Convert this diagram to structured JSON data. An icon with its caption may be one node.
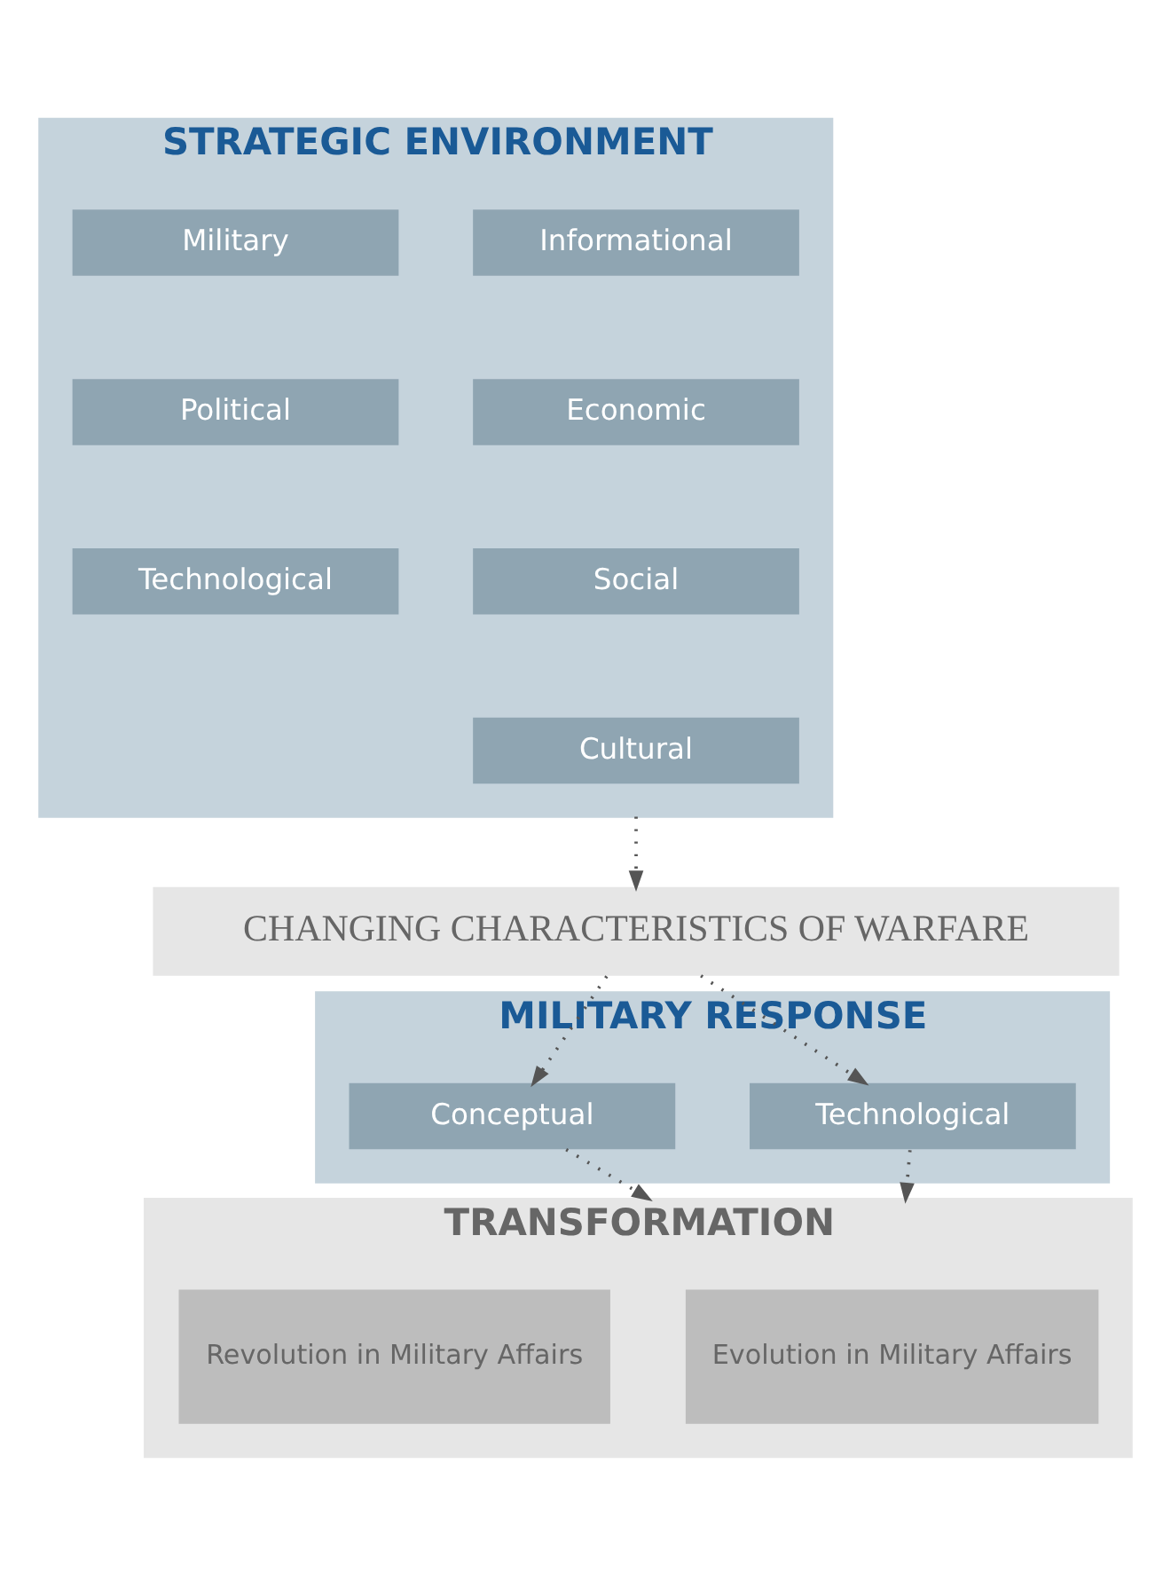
{
  "diagram": {
    "nodes": [
      {
        "text": [
          "STRATEGIC ENVIRONMENT"
        ]
      },
      {
        "text": [
          "Informational"
        ],
        "in": 0
      },
      {
        "text": [
          "Military"
        ],
        "in": 0
      },
      {
        "text": [
          "Economic"
        ],
        "in": 0
      },
      {
        "text": [
          "Political"
        ],
        "in": 0
      },
      {
        "text": [
          "Social"
        ],
        "in": 0
      },
      {
        "text": [
          "Technological"
        ],
        "in": 0
      },
      {
        "text": [
          "Cultural"
        ],
        "in": 0
      },
      {
        "text": [
          "CHANGING CHARACTERISTICS OF WARFARE"
        ]
      },
      {
        "text": [
          "MILITARY RESPONSE"
        ]
      },
      {
        "text": [
          "Technological"
        ],
        "in": 9
      },
      {
        "text": [
          "Conceptual"
        ],
        "in": 9
      },
      {
        "text": [
          "TRANSFORMATION"
        ]
      },
      {
        "text": [
          "Evolution in Military Affairs"
        ],
        "in": 12
      },
      {
        "text": [
          "Revolution in Military Affairs"
        ],
        "in": 12
      }
    ],
    "edges": [
      {
        "from": 0,
        "to": 8,
        "arrow": "to"
      },
      {
        "from": 8,
        "to": 10,
        "arrow": "to"
      },
      {
        "from": 8,
        "to": 11,
        "arrow": "to"
      },
      {
        "from": 10,
        "to": 12,
        "arrow": "to"
      },
      {
        "from": 11,
        "to": 12,
        "arrow": "to"
      }
    ]
  }
}
